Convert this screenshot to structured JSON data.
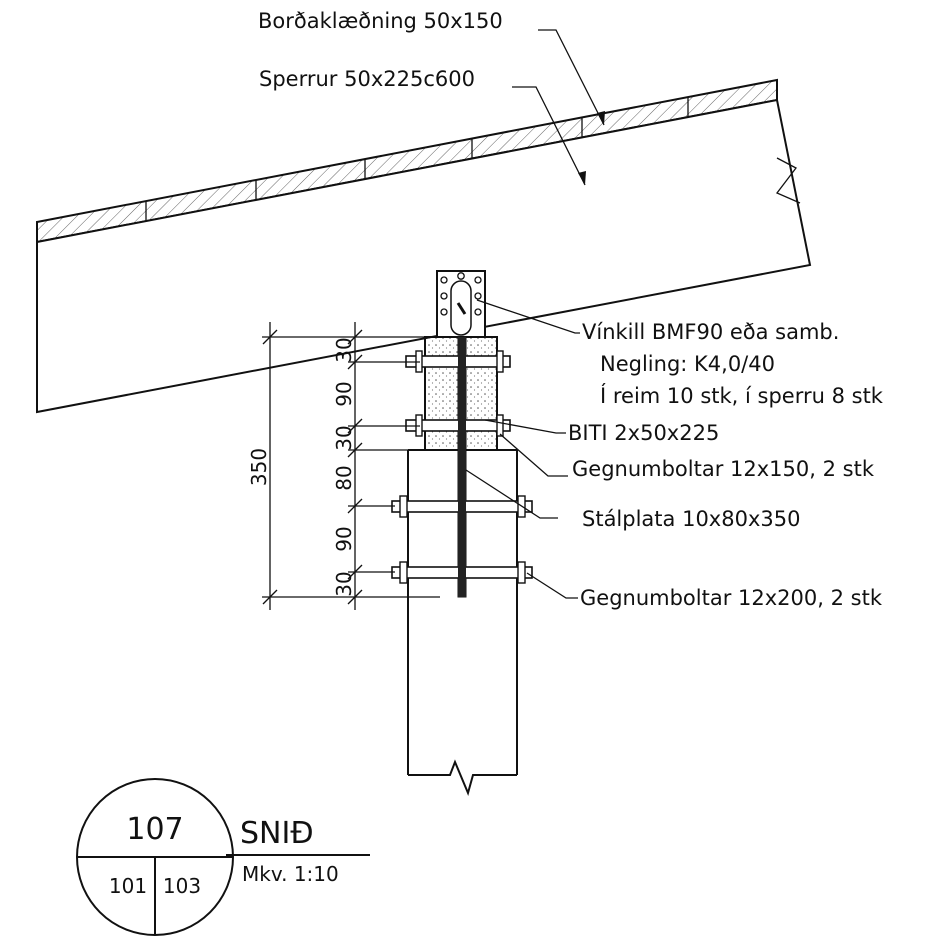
{
  "labels": {
    "cladding": "Borðaklæðning 50x150",
    "rafters": "Sperrur 50x225c600",
    "bracket": "Vínkill BMF90 eða samb.",
    "nailing": "Negling: K4,0/40",
    "nail_count": "Í reim 10 stk, í sperru 8 stk",
    "beam": "BITI 2x50x225",
    "bolts_upper": "Gegnumboltar 12x150, 2 stk",
    "plate": "Stálplata 10x80x350",
    "bolts_lower": "Gegnumboltar 12x200, 2 stk"
  },
  "dimensions": {
    "total": "350",
    "inner": [
      "30",
      "90",
      "30",
      "80",
      "90",
      "30"
    ]
  },
  "title_block": {
    "section_number": "107",
    "ref_left": "101",
    "ref_right": "103",
    "title": "SNIÐ",
    "scale": "Mkv. 1:10"
  }
}
